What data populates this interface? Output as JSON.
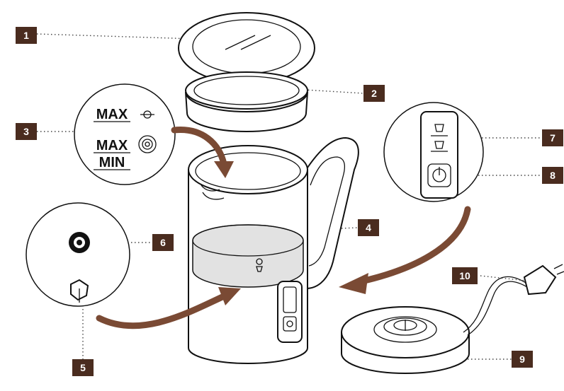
{
  "parts": {
    "p1": {
      "number": "1",
      "name": "lid"
    },
    "p2": {
      "number": "2",
      "name": "seal-ring"
    },
    "p3": {
      "number": "3",
      "name": "level-marks"
    },
    "p4": {
      "number": "4",
      "name": "jug"
    },
    "p5": {
      "number": "5",
      "name": "whisk-holder"
    },
    "p6": {
      "number": "6",
      "name": "whisk-spring"
    },
    "p7": {
      "number": "7",
      "name": "mode-buttons"
    },
    "p8": {
      "number": "8",
      "name": "power-button"
    },
    "p9": {
      "number": "9",
      "name": "base"
    },
    "p10": {
      "number": "10",
      "name": "power-cord"
    }
  },
  "levels": {
    "max_top": "MAX",
    "max_bottom": "MAX",
    "min": "MIN"
  },
  "colors": {
    "badge": "#4a2c1f",
    "arrow": "#7a4a34",
    "line": "#111111"
  },
  "icons": [
    "power-icon",
    "milk-froth-icon",
    "heat-icon",
    "whisk-icon",
    "plug-icon"
  ]
}
